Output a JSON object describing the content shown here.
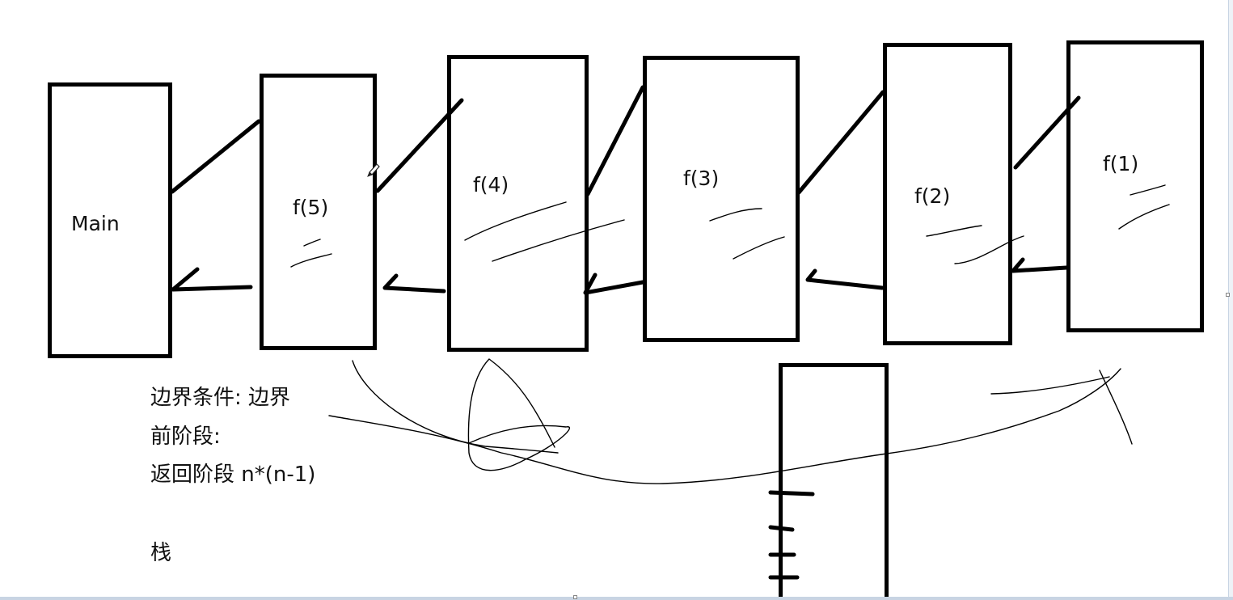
{
  "frames": {
    "main": "Main",
    "f5": "f(5)",
    "f4": "f(4)",
    "f3": "f(3)",
    "f2": "f(2)",
    "f1": "f(1)"
  },
  "notes": {
    "boundary": "边界条件: 边界",
    "forward": "前阶段:",
    "return": "返回阶段  n*(n-1)",
    "stack": "栈"
  }
}
